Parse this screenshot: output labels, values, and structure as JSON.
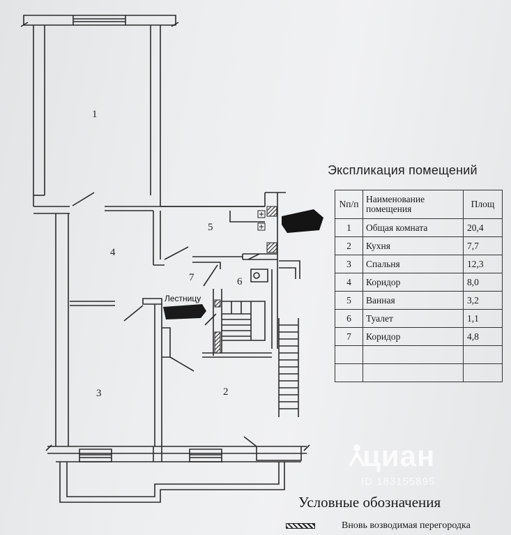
{
  "rooms": [
    {
      "number": "1"
    },
    {
      "number": "2"
    },
    {
      "number": "3"
    },
    {
      "number": "4"
    },
    {
      "number": "5"
    },
    {
      "number": "6"
    },
    {
      "number": "7"
    }
  ],
  "stair_label": "Лестницу",
  "explication": {
    "title": "Экспликация помещений",
    "headers": {
      "number": "Nп/п",
      "name": "Наименование помещения",
      "area": "Площ"
    },
    "rows": [
      {
        "num": "1",
        "name": "Общая комната",
        "area": "20,4"
      },
      {
        "num": "2",
        "name": "Кухня",
        "area": "7,7"
      },
      {
        "num": "3",
        "name": "Спальня",
        "area": "12,3"
      },
      {
        "num": "4",
        "name": "Коридор",
        "area": "8,0"
      },
      {
        "num": "5",
        "name": "Ванная",
        "area": "3,2"
      },
      {
        "num": "6",
        "name": "Туалет",
        "area": "1,1"
      },
      {
        "num": "7",
        "name": "Коридор",
        "area": "4,8"
      }
    ]
  },
  "legend": {
    "title": "Условные обозначения",
    "item": "Вновь возводимая перегородка"
  },
  "watermark": {
    "brand": "циан",
    "id": "ID 183155895"
  },
  "colors": {
    "line": "#2a2a2a",
    "paper": "#eceeef",
    "watermark": "#ffffff"
  }
}
